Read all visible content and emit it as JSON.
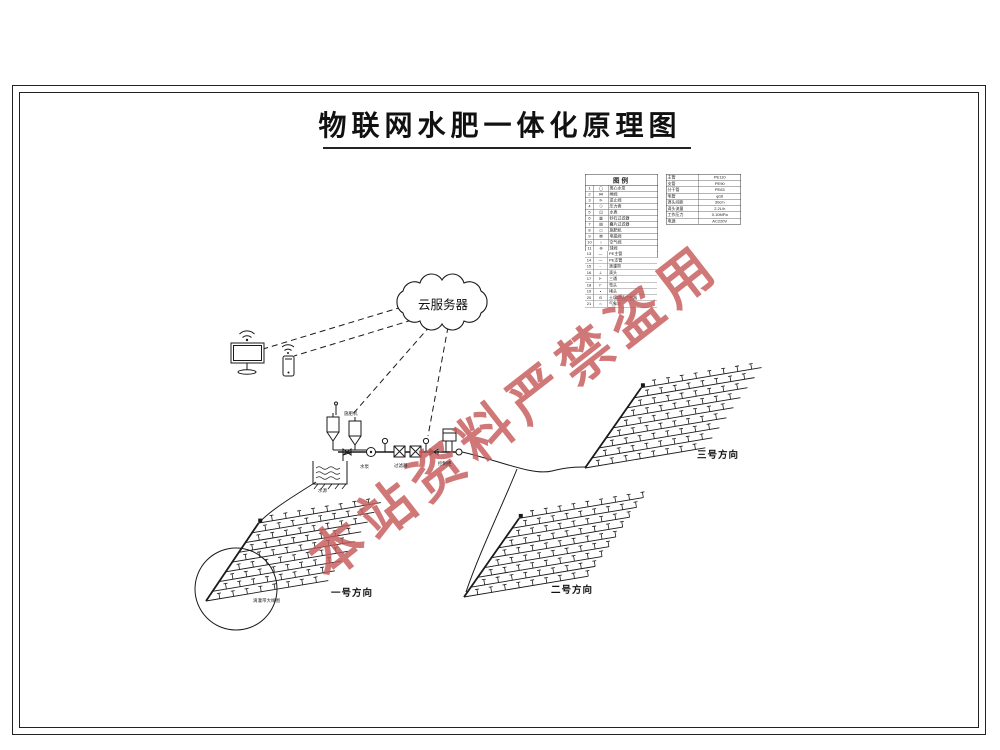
{
  "title": "物联网水肥一体化原理图",
  "watermark": "本站资料严禁盗用",
  "cloud_label": "云服务器",
  "callout_label": "滴灌带大样图",
  "fields": [
    {
      "label": "一号方向"
    },
    {
      "label": "二号方向"
    },
    {
      "label": "三号方向"
    }
  ],
  "equipment_labels": [
    "水源",
    "水泵",
    "过滤器",
    "控制柜",
    "施肥机"
  ],
  "legend": {
    "title": "图例",
    "left_rows": [
      [
        "1",
        "◯",
        "离心水泵"
      ],
      [
        "2",
        "⋈",
        "闸阀"
      ],
      [
        "3",
        "⊳",
        "逆止阀"
      ],
      [
        "4",
        "☉",
        "压力表"
      ],
      [
        "5",
        "◫",
        "水表"
      ],
      [
        "6",
        "▥",
        "砂石过滤器"
      ],
      [
        "7",
        "▤",
        "叠片过滤器"
      ],
      [
        "8",
        "▭",
        "施肥机"
      ],
      [
        "9",
        "⊠",
        "电磁阀"
      ],
      [
        "10",
        "♁",
        "空气阀"
      ],
      [
        "11",
        "⊕",
        "球阀"
      ],
      [
        "12",
        "▣",
        "控制柜"
      ]
    ],
    "extra_rows": [
      [
        "13",
        "—",
        "PE主管"
      ],
      [
        "14",
        "—",
        "PE支管"
      ],
      [
        "15",
        "┄",
        "滴灌带"
      ],
      [
        "16",
        "⊥",
        "滴头"
      ],
      [
        "17",
        "Ͱ",
        "三通"
      ],
      [
        "18",
        "Γ",
        "弯头"
      ],
      [
        "19",
        "•",
        "堵头"
      ],
      [
        "20",
        "ʘ",
        "土壤墒情传感器"
      ],
      [
        "21",
        "⌂",
        "气象站"
      ]
    ],
    "right_rows": [
      [
        "主管",
        "PE110"
      ],
      [
        "支管",
        "PE90"
      ],
      [
        "分干管",
        "PE63"
      ],
      [
        "毛管",
        "φ16"
      ],
      [
        "滴头间距",
        "30cm"
      ],
      [
        "滴头流量",
        "2.2L/h"
      ],
      [
        "工作压力",
        "0.10MPa"
      ],
      [
        "电源",
        "AC220V"
      ]
    ]
  },
  "colors": {
    "line": "#1a1a1a",
    "watermark": "#c65a5a"
  }
}
